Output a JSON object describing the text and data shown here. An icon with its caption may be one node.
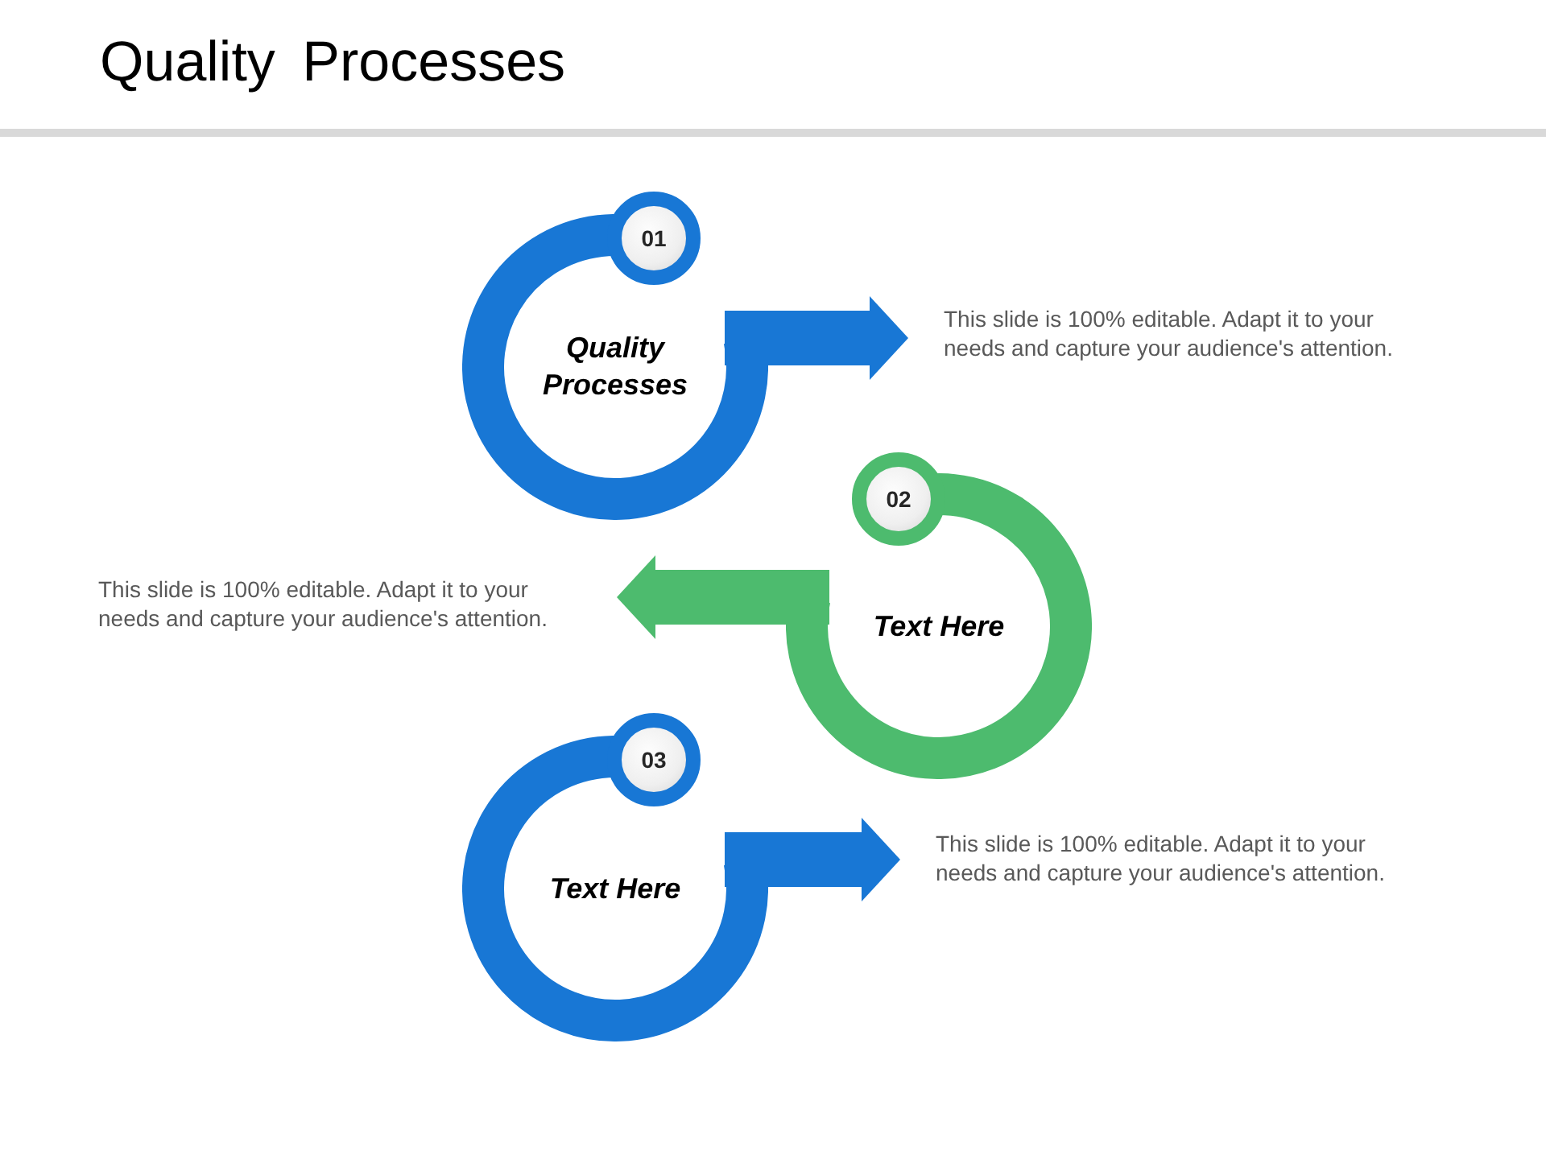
{
  "diagram": {
    "title": "Quality Processes",
    "nodes": [
      {
        "text": [
          "01"
        ]
      },
      {
        "text": [
          "Quality Processes"
        ]
      },
      {
        "text": [
          "This slide is 100% editable. Adapt it to your needs and capture your audience's attention."
        ]
      },
      {
        "text": [
          "02"
        ]
      },
      {
        "text": [
          "Text Here"
        ]
      },
      {
        "text": [
          "This slide is 100% editable. Adapt it to your needs and capture your audience's attention."
        ]
      },
      {
        "text": [
          "03"
        ]
      },
      {
        "text": [
          "Text Here"
        ]
      },
      {
        "text": [
          "This slide is 100% editable. Adapt it to your needs and capture your audience's attention."
        ]
      }
    ],
    "edges": [
      {
        "from": 1,
        "to": 2,
        "arrow": "to"
      },
      {
        "from": 4,
        "to": 5,
        "arrow": "to",
        "color": "#4dbb6e"
      },
      {
        "from": 7,
        "to": 8,
        "arrow": "to"
      }
    ]
  }
}
